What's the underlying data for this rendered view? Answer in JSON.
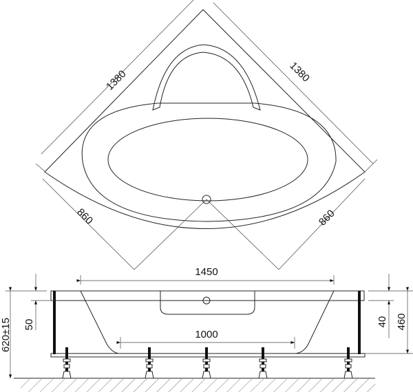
{
  "top_view": {
    "side_length_left": "1380",
    "side_length_right": "1380",
    "front_left": "860",
    "front_right": "860"
  },
  "side_view": {
    "overall_width": "1450",
    "bottom_width": "1000",
    "total_height": "620±15",
    "rim_left": "50",
    "rim_right": "40",
    "body_height": "460"
  },
  "colors": {
    "line": "#222222",
    "background": "#ffffff"
  }
}
